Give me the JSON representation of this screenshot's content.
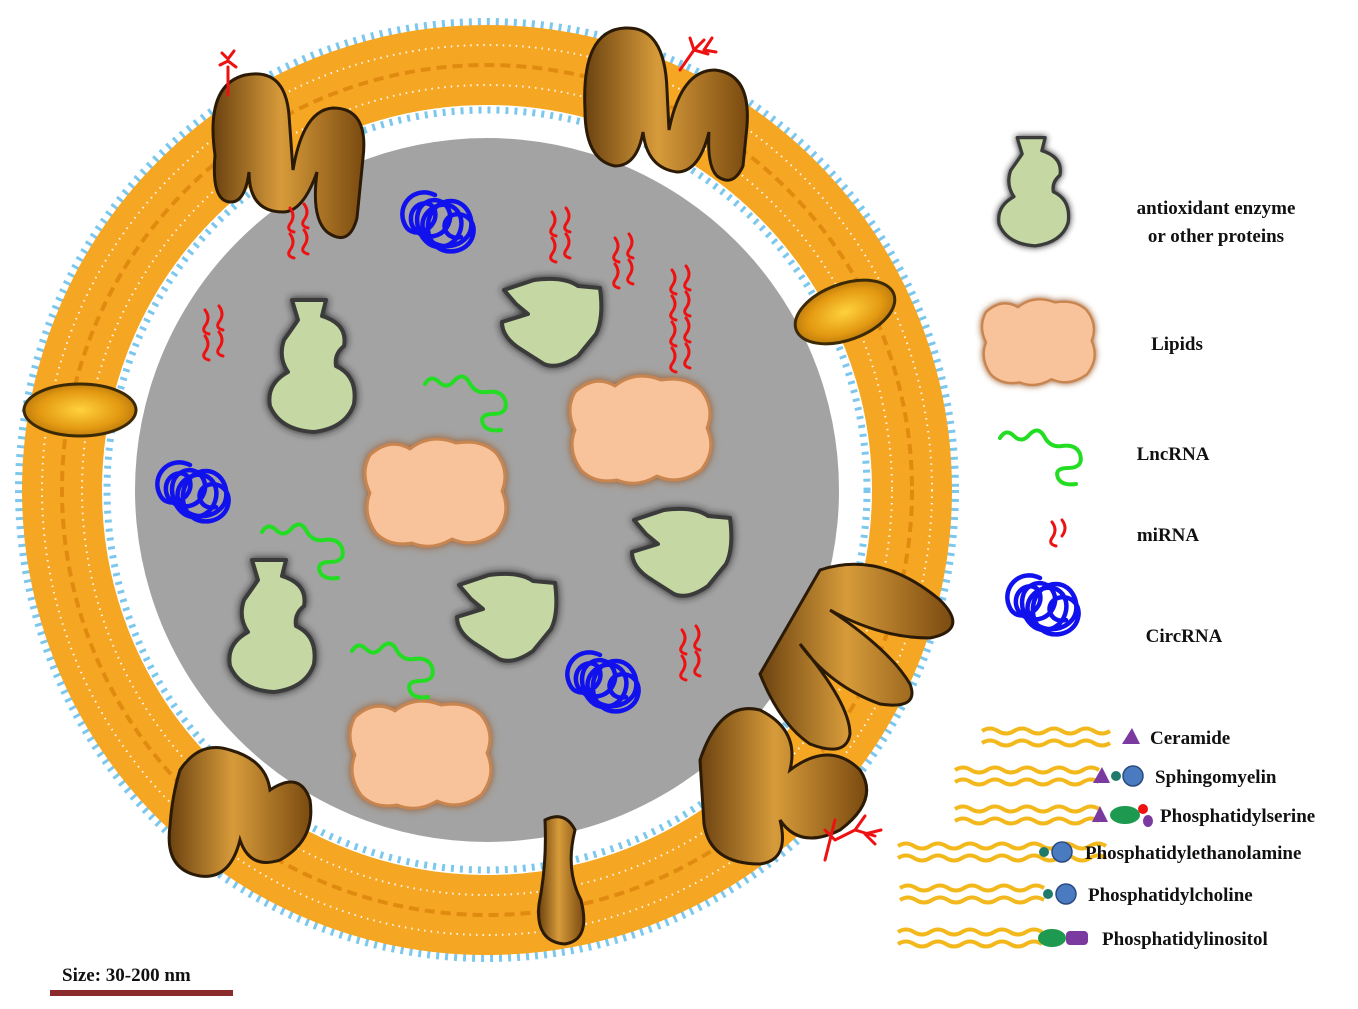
{
  "legend": {
    "items": [
      {
        "key": "protein",
        "line1": "antioxidant  enzyme",
        "line2": "or other proteins"
      },
      {
        "key": "lipids",
        "label": "Lipids"
      },
      {
        "key": "lncrna",
        "label": "LncRNA"
      },
      {
        "key": "mirna",
        "label": "miRNA"
      },
      {
        "key": "circrna",
        "label": "CircRNA"
      }
    ],
    "lipid_types": [
      {
        "key": "ceramide",
        "label": "Ceramide"
      },
      {
        "key": "sphingomyelin",
        "label": "Sphingomyelin"
      },
      {
        "key": "phosphatidylserine",
        "label": "Phosphatidylserine"
      },
      {
        "key": "phosphatidylethanolamine",
        "label": "Phosphatidylethanolamine"
      },
      {
        "key": "phosphatidylcholine",
        "label": "Phosphatidylcholine"
      },
      {
        "key": "phosphatidylinositol",
        "label": "Phosphatidylinositol"
      }
    ]
  },
  "scale_bar": {
    "label": "Size: 30-200 nm"
  },
  "colors": {
    "membrane": "#f5a623",
    "lumen": "#a3a3a3",
    "protein": "#c5d8a4",
    "lipid": "#f8c39a",
    "lncrna": "#22dd22",
    "mirna": "#ee1111",
    "circrna": "#1111ee",
    "transmembrane": "#a8751f",
    "scale_bar": "#8b2b2b"
  },
  "icons": [
    "protein-icon",
    "lipid-blob-icon",
    "lncrna-icon",
    "mirna-icon",
    "circrna-icon",
    "ceramide-icon",
    "sphingomyelin-icon",
    "phosphatidylserine-icon",
    "phosphatidylethanolamine-icon",
    "phosphatidylcholine-icon",
    "phosphatidylinositol-icon"
  ]
}
